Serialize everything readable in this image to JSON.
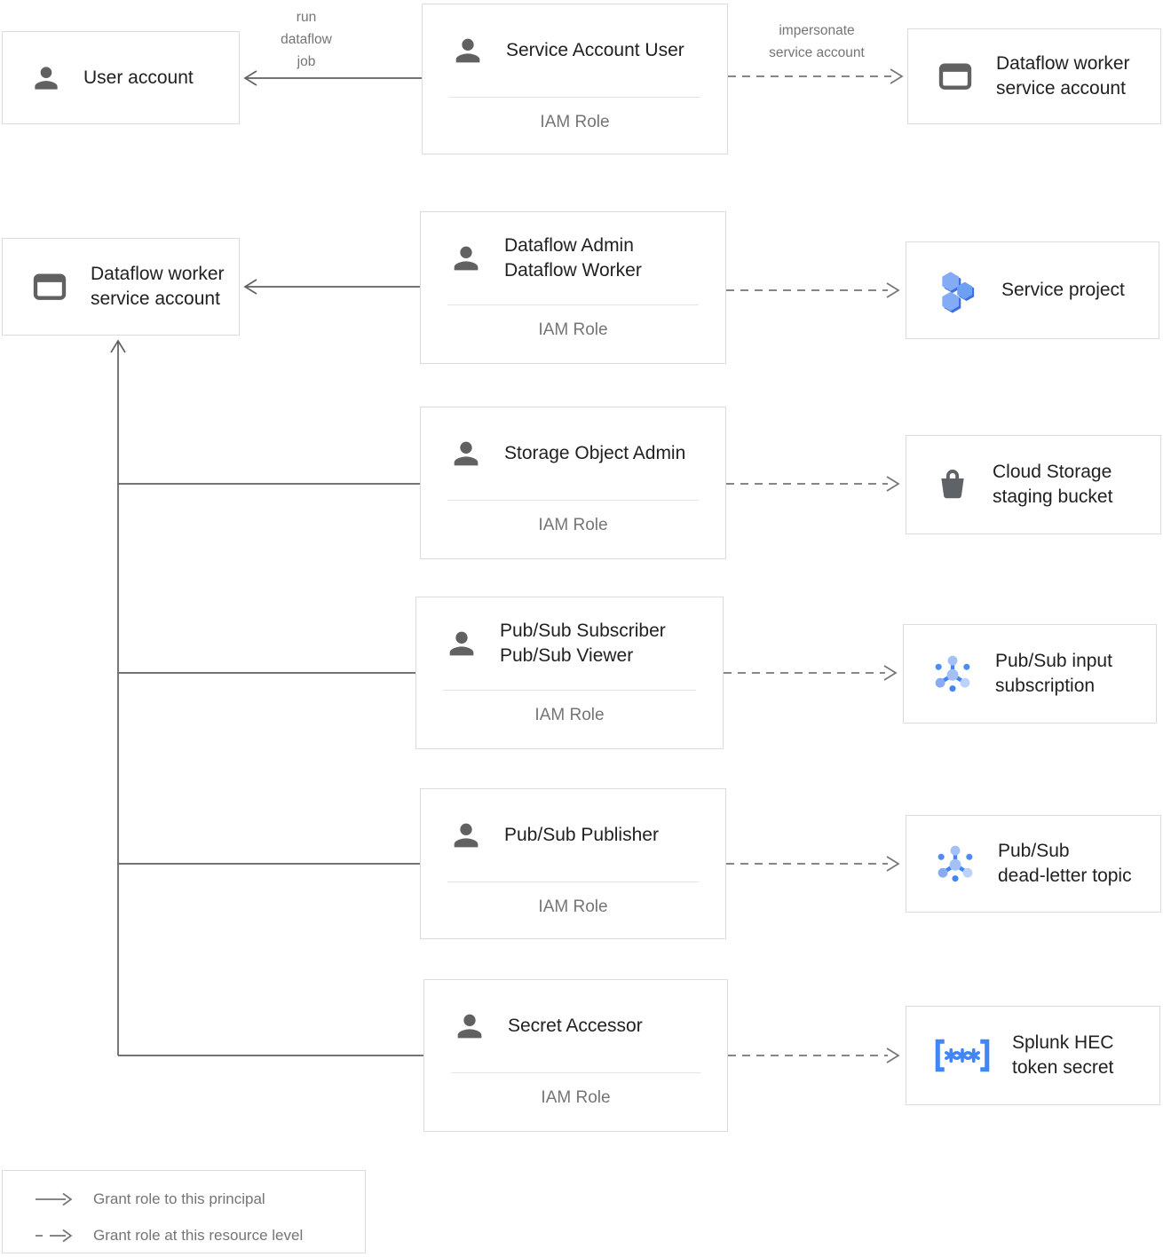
{
  "actors": {
    "user_account": {
      "label": "User account"
    },
    "dataflow_worker_sa": {
      "lines": [
        "Dataflow worker",
        "service account"
      ]
    }
  },
  "edge_labels": {
    "run_dataflow_job": {
      "lines": [
        "run",
        "dataflow",
        "job"
      ]
    },
    "impersonate": {
      "lines": [
        "impersonate",
        "service account"
      ]
    }
  },
  "iam_roles": [
    {
      "lines": [
        "Service Account User"
      ],
      "category": "IAM Role"
    },
    {
      "lines": [
        "Dataflow Admin",
        "Dataflow Worker"
      ],
      "category": "IAM Role"
    },
    {
      "lines": [
        "Storage Object Admin"
      ],
      "category": "IAM Role"
    },
    {
      "lines": [
        "Pub/Sub Subscriber",
        "Pub/Sub Viewer"
      ],
      "category": "IAM Role"
    },
    {
      "lines": [
        "Pub/Sub Publisher"
      ],
      "category": "IAM Role"
    },
    {
      "lines": [
        "Secret Accessor"
      ],
      "category": "IAM Role"
    }
  ],
  "resources": [
    {
      "lines": [
        "Service project"
      ],
      "icon": "project-hexagons-icon"
    },
    {
      "lines": [
        "Cloud Storage",
        "staging bucket"
      ],
      "icon": "storage-bucket-icon"
    },
    {
      "lines": [
        "Pub/Sub input",
        "subscription"
      ],
      "icon": "pubsub-icon"
    },
    {
      "lines": [
        "Pub/Sub",
        "dead-letter topic"
      ],
      "icon": "pubsub-icon"
    },
    {
      "lines": [
        "Splunk HEC",
        "token secret"
      ],
      "icon": "secret-brackets-icon"
    }
  ],
  "legend": {
    "solid_label": "Grant role to this principal",
    "dashed_label": "Grant role at this resource level"
  },
  "colors": {
    "box_border": "#dadce0",
    "title_text": "#212121",
    "muted_text": "#757575",
    "solid_line": "#616161",
    "dashed_line": "#757575",
    "icon_gray": "#616161",
    "blue": "#4285f4",
    "light_blue": "#a3c1f7"
  }
}
